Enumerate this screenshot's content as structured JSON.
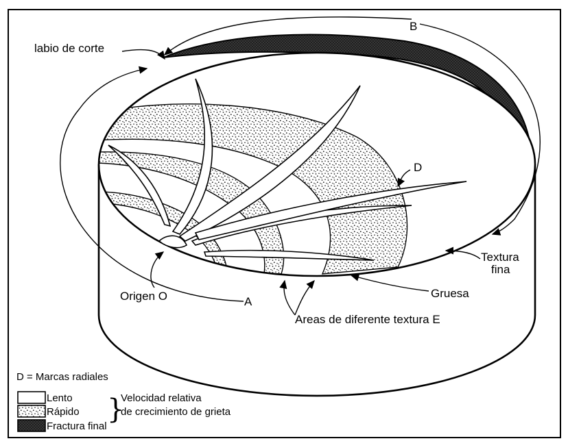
{
  "labels": {
    "labio": "labio de corte",
    "B": "B",
    "D": "D",
    "textura_1": "Textura",
    "textura_2": "fina",
    "gruesa": "Gruesa",
    "origen": "Origen O",
    "A": "A",
    "areas": "Areas de diferente textura E"
  },
  "legend": {
    "d_def": "D = Marcas radiales",
    "lento": "Lento",
    "rapido": "Rápido",
    "fractura": "Fractura final",
    "vel_1": "Velocidad relativa",
    "vel_2": "de crecimiento de grieta"
  },
  "colors": {
    "ink": "#000000",
    "paper": "#ffffff",
    "fracture": "#3a3a3a",
    "dots": "#222222"
  }
}
